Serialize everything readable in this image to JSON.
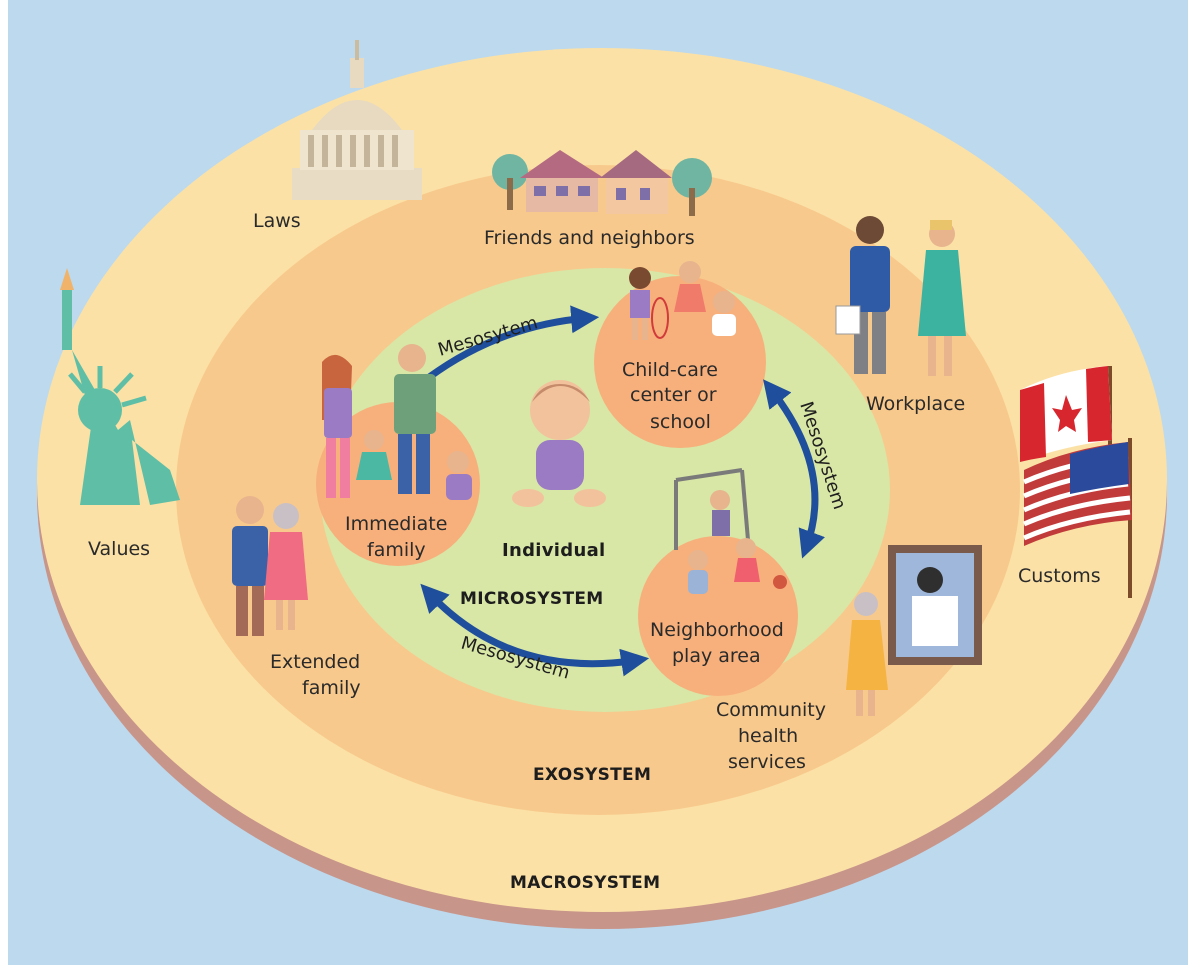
{
  "colors": {
    "background": "#bcd9ee",
    "macrosystem": "#fbe1a6",
    "macrosystem_rim": "#c8958a",
    "exosystem": "#f8c98c",
    "microsystem": "#d8e6a6",
    "setting_circle": "#f7b07c",
    "arrow": "#1f4f9c"
  },
  "labels": {
    "laws": "Laws",
    "friends": "Friends and neighbors",
    "workplace": "Workplace",
    "values": "Values",
    "customs": "Customs",
    "extended_family_1": "Extended",
    "extended_family_2": "family",
    "community_1": "Community",
    "community_2": "health",
    "community_3": "services",
    "immediate_1": "Immediate",
    "immediate_2": "family",
    "childcare_1": "Child-care",
    "childcare_2": "center or",
    "childcare_3": "school",
    "play_1": "Neighborhood",
    "play_2": "play area",
    "individual": "Individual",
    "microsystem": "MICROSYSTEM",
    "exosystem": "EXOSYSTEM",
    "macrosystem": "MACROSYSTEM",
    "meso_top": "Mesosytem",
    "meso_right": "Mesosystem",
    "meso_bottom": "Mesosystem"
  }
}
